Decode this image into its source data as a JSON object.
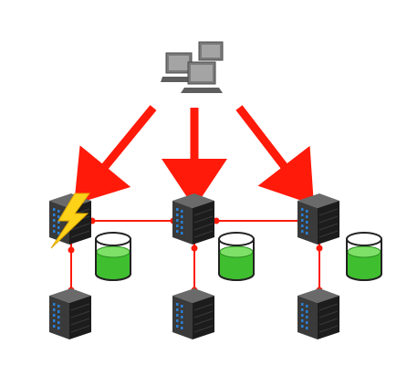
{
  "diagram": {
    "colors": {
      "arrow": "#ff1a0a",
      "link": "#ff1a0a",
      "server_dark": "#202020",
      "server_light": "#5a5a5a",
      "server_led": "#2a7fd6",
      "db_green": "#3fbf2f",
      "lightning": "#ffd21a",
      "computer": "#8a8a8a"
    },
    "nodes": {
      "client": {
        "icon": "computers-icon"
      },
      "top_servers": [
        {
          "icon": "server-icon",
          "status": "failed"
        },
        {
          "icon": "server-icon",
          "status": "ok"
        },
        {
          "icon": "server-icon",
          "status": "ok"
        }
      ],
      "databases": [
        {
          "icon": "database-icon"
        },
        {
          "icon": "database-icon"
        },
        {
          "icon": "database-icon"
        }
      ],
      "bottom_servers": [
        {
          "icon": "server-icon"
        },
        {
          "icon": "server-icon"
        },
        {
          "icon": "server-icon"
        }
      ]
    }
  }
}
